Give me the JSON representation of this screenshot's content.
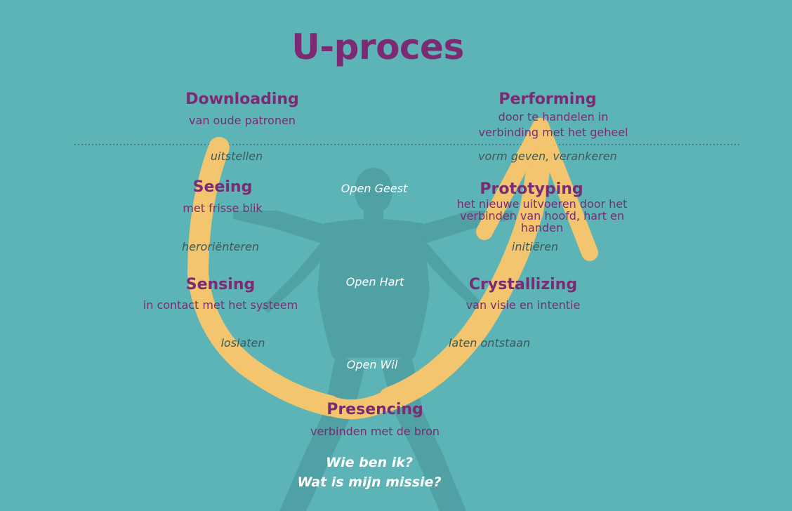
{
  "title": "U-proces",
  "colors": {
    "background": "#5cb4b6",
    "heading": "#7b2a73",
    "arrow": "#f2c56e",
    "figure": "#4e9ea2",
    "verb": "#3d5a5b"
  },
  "stages": {
    "downloading": {
      "name": "Downloading",
      "desc": "van oude patronen"
    },
    "seeing": {
      "name": "Seeing",
      "desc": "met frisse blik"
    },
    "sensing": {
      "name": "Sensing",
      "desc": "in contact met het systeem"
    },
    "presencing": {
      "name": "Presencing",
      "desc": "verbinden met de bron"
    },
    "crystallizing": {
      "name": "Crystallizing",
      "desc": "van visie en intentie"
    },
    "prototyping": {
      "name": "Prototyping",
      "desc_lines": [
        "het nieuwe uitvoeren door het",
        "verbinden van hoofd, hart en",
        "handen"
      ]
    },
    "performing": {
      "name": "Performing",
      "desc_lines": [
        "door te handelen in",
        "verbinding met het geheel"
      ]
    }
  },
  "transitions": {
    "uitstellen": "uitstellen",
    "heroriententeren": "heroriënteren",
    "loslaten": "loslaten",
    "laten_ontstaan": "laten ontstaan",
    "initieren": "initiëren",
    "vorm_geven": "vorm geven, verankeren"
  },
  "openings": {
    "geest": "Open Geest",
    "hart": "Open Hart",
    "wil": "Open Wil"
  },
  "questions": [
    "Wie ben ik?",
    "Wat is mijn missie?"
  ]
}
